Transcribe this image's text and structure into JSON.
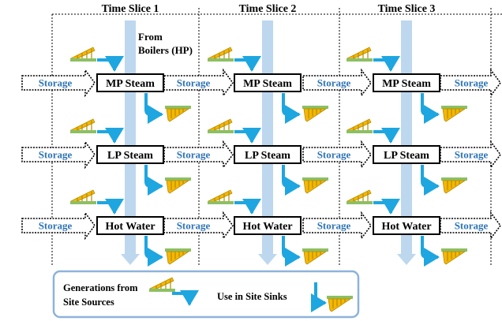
{
  "time_slices": [
    "Time Slice 1",
    "Time Slice 2",
    "Time Slice 3"
  ],
  "source_note": [
    "From",
    "Boilers (HP)"
  ],
  "levels": [
    "MP Steam",
    "LP Steam",
    "Hot Water"
  ],
  "storage_label": "Storage",
  "legend": {
    "generation": [
      "Generations from",
      "Site Sources"
    ],
    "use": "Use in Site Sinks"
  },
  "colors": {
    "main_flow": "#bdd7ee",
    "storage_text": "#2e74b5",
    "arrow": "#1ea6e0",
    "hx_fill": "#f5b800",
    "hx_bar": "#8cc063",
    "legend_border": "#8db3d9"
  }
}
